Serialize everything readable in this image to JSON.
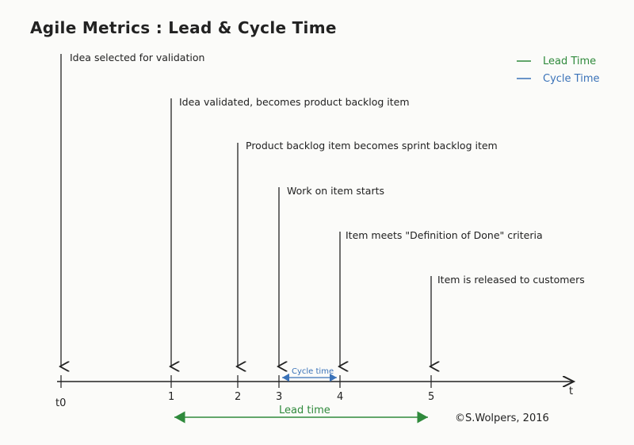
{
  "title": "Agile Metrics : Lead & Cycle Time",
  "legend": {
    "lead_time": "Lead Time",
    "cycle_time": "Cycle Time",
    "lead_color": "#2f8a3c",
    "cycle_color": "#3a72b8"
  },
  "events": [
    {
      "tick": "t0",
      "label": "Idea selected for validation"
    },
    {
      "tick": "1",
      "label": "Idea validated, becomes product backlog item"
    },
    {
      "tick": "2",
      "label": "Product backlog item becomes sprint backlog item"
    },
    {
      "tick": "3",
      "label": "Work on item starts"
    },
    {
      "tick": "4",
      "label": "Item meets \"Definition of Done\" criteria"
    },
    {
      "tick": "5",
      "label": "Item is released to customers"
    }
  ],
  "axis_label": "t",
  "cycle_time_label": "Cycle time",
  "lead_time_label": "Lead time",
  "copyright": "©S.Wolpers, 2016"
}
